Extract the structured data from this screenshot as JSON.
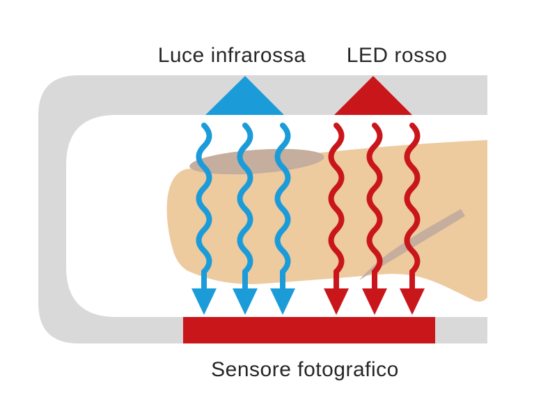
{
  "diagram": {
    "description": "Pulse oximeter finger clip diagram",
    "labels": {
      "infrared_light": "Luce infrarossa",
      "red_led": "LED rosso",
      "photo_sensor": "Sensore fotografico"
    },
    "arrows": {
      "infrared_count": 3,
      "red_count": 3
    },
    "colors": {
      "infrared_blue": "#1b9cd9",
      "led_red": "#c9161b",
      "clip_gray": "#d9d9d9",
      "inner_white": "#ffffff",
      "skin": "#eeca9f",
      "skin_shadow": "#c6ae9e",
      "text": "#262626",
      "background": "#ffffff"
    }
  }
}
